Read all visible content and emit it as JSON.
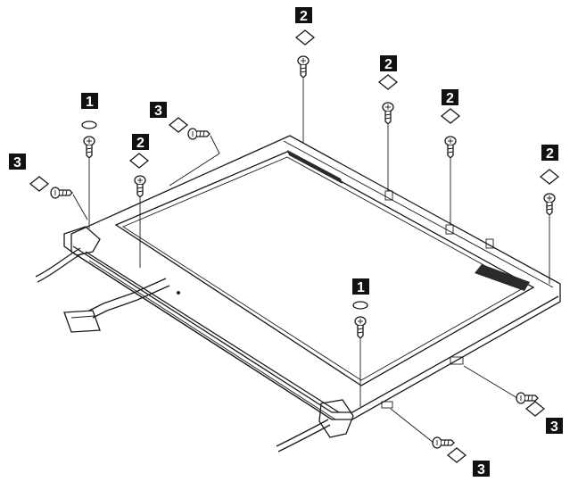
{
  "figure": {
    "callouts": [
      {
        "id": "c1a",
        "label": "1"
      },
      {
        "id": "c1b",
        "label": "1"
      },
      {
        "id": "c2a",
        "label": "2"
      },
      {
        "id": "c2b",
        "label": "2"
      },
      {
        "id": "c2c",
        "label": "2"
      },
      {
        "id": "c2d",
        "label": "2"
      },
      {
        "id": "c2e",
        "label": "2"
      },
      {
        "id": "c3a",
        "label": "3"
      },
      {
        "id": "c3b",
        "label": "3"
      },
      {
        "id": "c3c",
        "label": "3"
      },
      {
        "id": "c3d",
        "label": "3"
      }
    ]
  }
}
